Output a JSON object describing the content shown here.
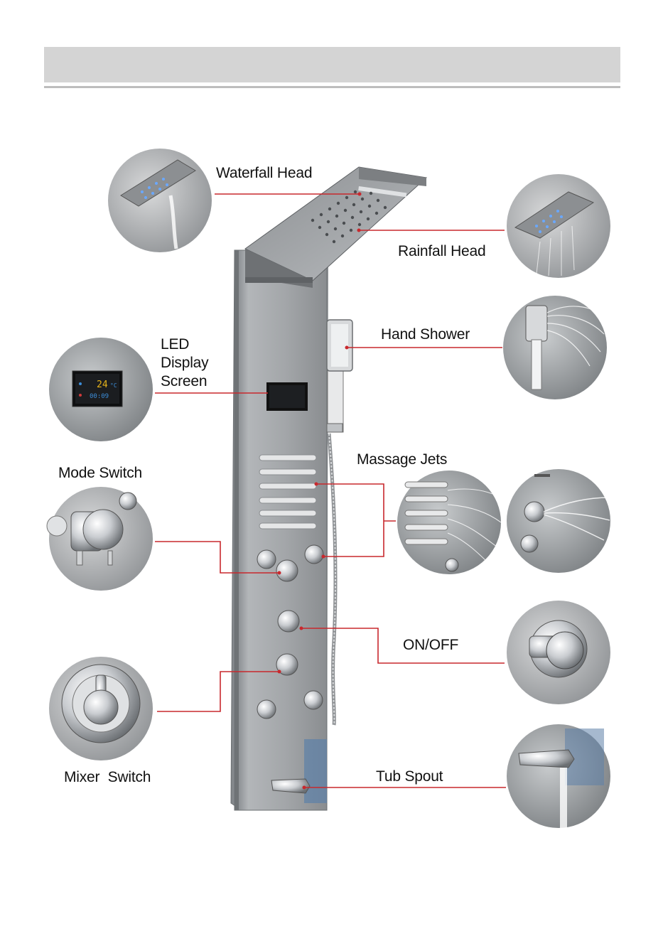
{
  "labels": {
    "waterfall_head": "Waterfall Head",
    "rainfall_head": "Rainfall Head",
    "hand_shower": "Hand Shower",
    "led_line1": "LED",
    "led_line2": "Display",
    "led_line3": "Screen",
    "mode_switch": "Mode Switch",
    "massage_jets": "Massage Jets",
    "on_off": "ON/OFF",
    "mixer_switch": "Mixer  Switch",
    "tub_spout": "Tub Spout"
  },
  "display": {
    "temperature": "24",
    "unit": "°C",
    "time": "00:09"
  },
  "colors": {
    "leader_line": "#c8282d",
    "header_bar": "#d4d4d4",
    "panel": "#9fa3a6"
  },
  "icons": [
    "waterfall-head-icon",
    "rainfall-head-icon",
    "hand-shower-icon",
    "led-display-icon",
    "mode-switch-icon",
    "massage-jets-icon",
    "on-off-knob-icon",
    "mixer-switch-icon",
    "tub-spout-icon"
  ]
}
